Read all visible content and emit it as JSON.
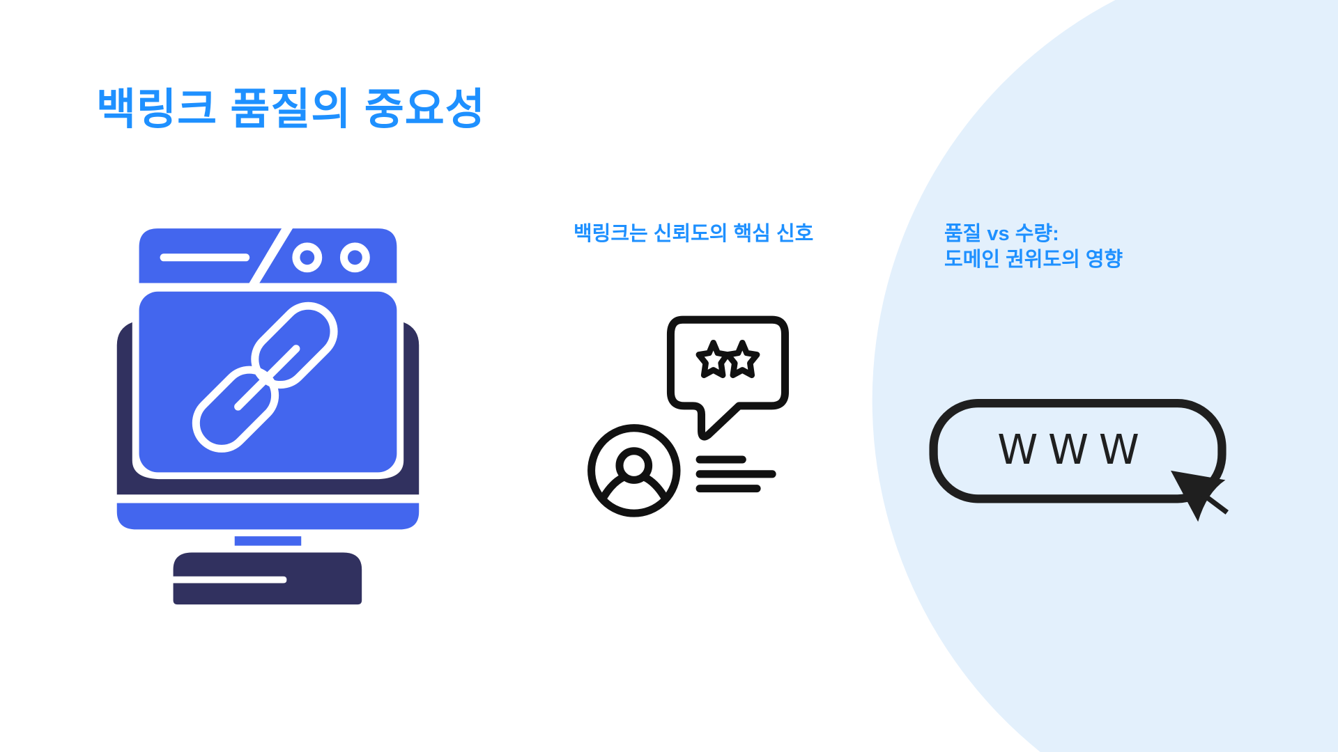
{
  "slide": {
    "title": "백링크 품질의 중요성",
    "sections": [
      {
        "heading": "백링크는 신뢰도의 핵심 신호",
        "icon": "user-review-stars-icon"
      },
      {
        "heading_line1": "품질 vs 수량:",
        "heading_line2": "도메인 권위도의 영향",
        "icon": "www-cursor-icon",
        "icon_text": "WWW"
      }
    ],
    "main_icon": "monitor-link-icon"
  },
  "colors": {
    "accent": "#1E90FF",
    "icon_blue": "#4366EE",
    "icon_navy": "#31315F",
    "circle_bg": "#E3F0FC",
    "icon_black": "#111111"
  }
}
